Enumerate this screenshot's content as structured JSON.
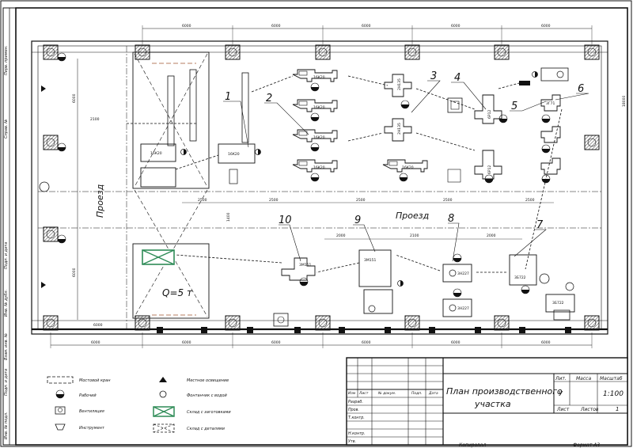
{
  "title_block": {
    "title_line1": "План производственного",
    "title_line2": "участка",
    "col_lit": "Лит.",
    "col_mass": "Масса",
    "col_scale": "Масштаб",
    "lit_value": "У",
    "scale_value": "1:100",
    "sheet_label": "Лист",
    "sheets_label": "Листов",
    "sheets_value": "1",
    "row_labels": [
      "Изм",
      "Лист",
      "№ докум.",
      "Подп.",
      "Дата"
    ],
    "role_labels": [
      "Разраб.",
      "Пров.",
      "Т.контр.",
      "Н.контр.",
      "Утв."
    ],
    "copied": "Копировал",
    "format": "Формат А3"
  },
  "side_strip": [
    "Перв. примен.",
    "Справ. №",
    "Подп. и дата",
    "Инв. № дубл.",
    "Взам. инв. №",
    "Подп. и дата",
    "Инв. № подл."
  ],
  "legend": [
    {
      "icon": "crane-symbol",
      "label": "Мостовой кран"
    },
    {
      "icon": "worker-symbol",
      "label": "Рабочий"
    },
    {
      "icon": "ventilation-symbol",
      "label": "Вентиляция"
    },
    {
      "icon": "instrument-symbol",
      "label": "Инструмент"
    },
    {
      "icon": "lighting-symbol",
      "label": "Местное освещение"
    },
    {
      "icon": "water-tap-symbol",
      "label": "Фонтанчик с водой"
    },
    {
      "icon": "blank-storage-symbol",
      "label": "Склад с заготовками"
    },
    {
      "icon": "finished-storage-symbol",
      "label": "Склад с деталями"
    }
  ],
  "labels": {
    "passage_vertical": "Проезд",
    "passage_horizontal": "Проезд",
    "crane_capacity": "Q=5 т"
  },
  "callouts": [
    "1",
    "2",
    "3",
    "4",
    "5",
    "6",
    "7",
    "8",
    "9",
    "10"
  ],
  "dims": {
    "bay_spans": [
      "6000",
      "6000",
      "6000",
      "6000",
      "6000"
    ],
    "bottom_spans": [
      "6000",
      "6000",
      "6000",
      "6000",
      "6000",
      "6000"
    ],
    "left_vertical": [
      "6000",
      "6000"
    ],
    "mid": [
      "2500",
      "2500",
      "2500",
      "2500",
      "2500",
      "2000",
      "2100",
      "2000",
      "1400",
      "2100"
    ],
    "right_vertical": "18000",
    "bottom_gap": "6000"
  },
  "machine_labels": [
    "16К20",
    "16К20",
    "16К20",
    "16К20",
    "16К20",
    "2Н135",
    "2Н135",
    "2Н135",
    "6Р12",
    "6Р12",
    "6Р12",
    "3Г71",
    "3М151",
    "3Н227",
    "3Н227",
    "3Б722",
    "3Б722",
    "3Б722"
  ]
}
